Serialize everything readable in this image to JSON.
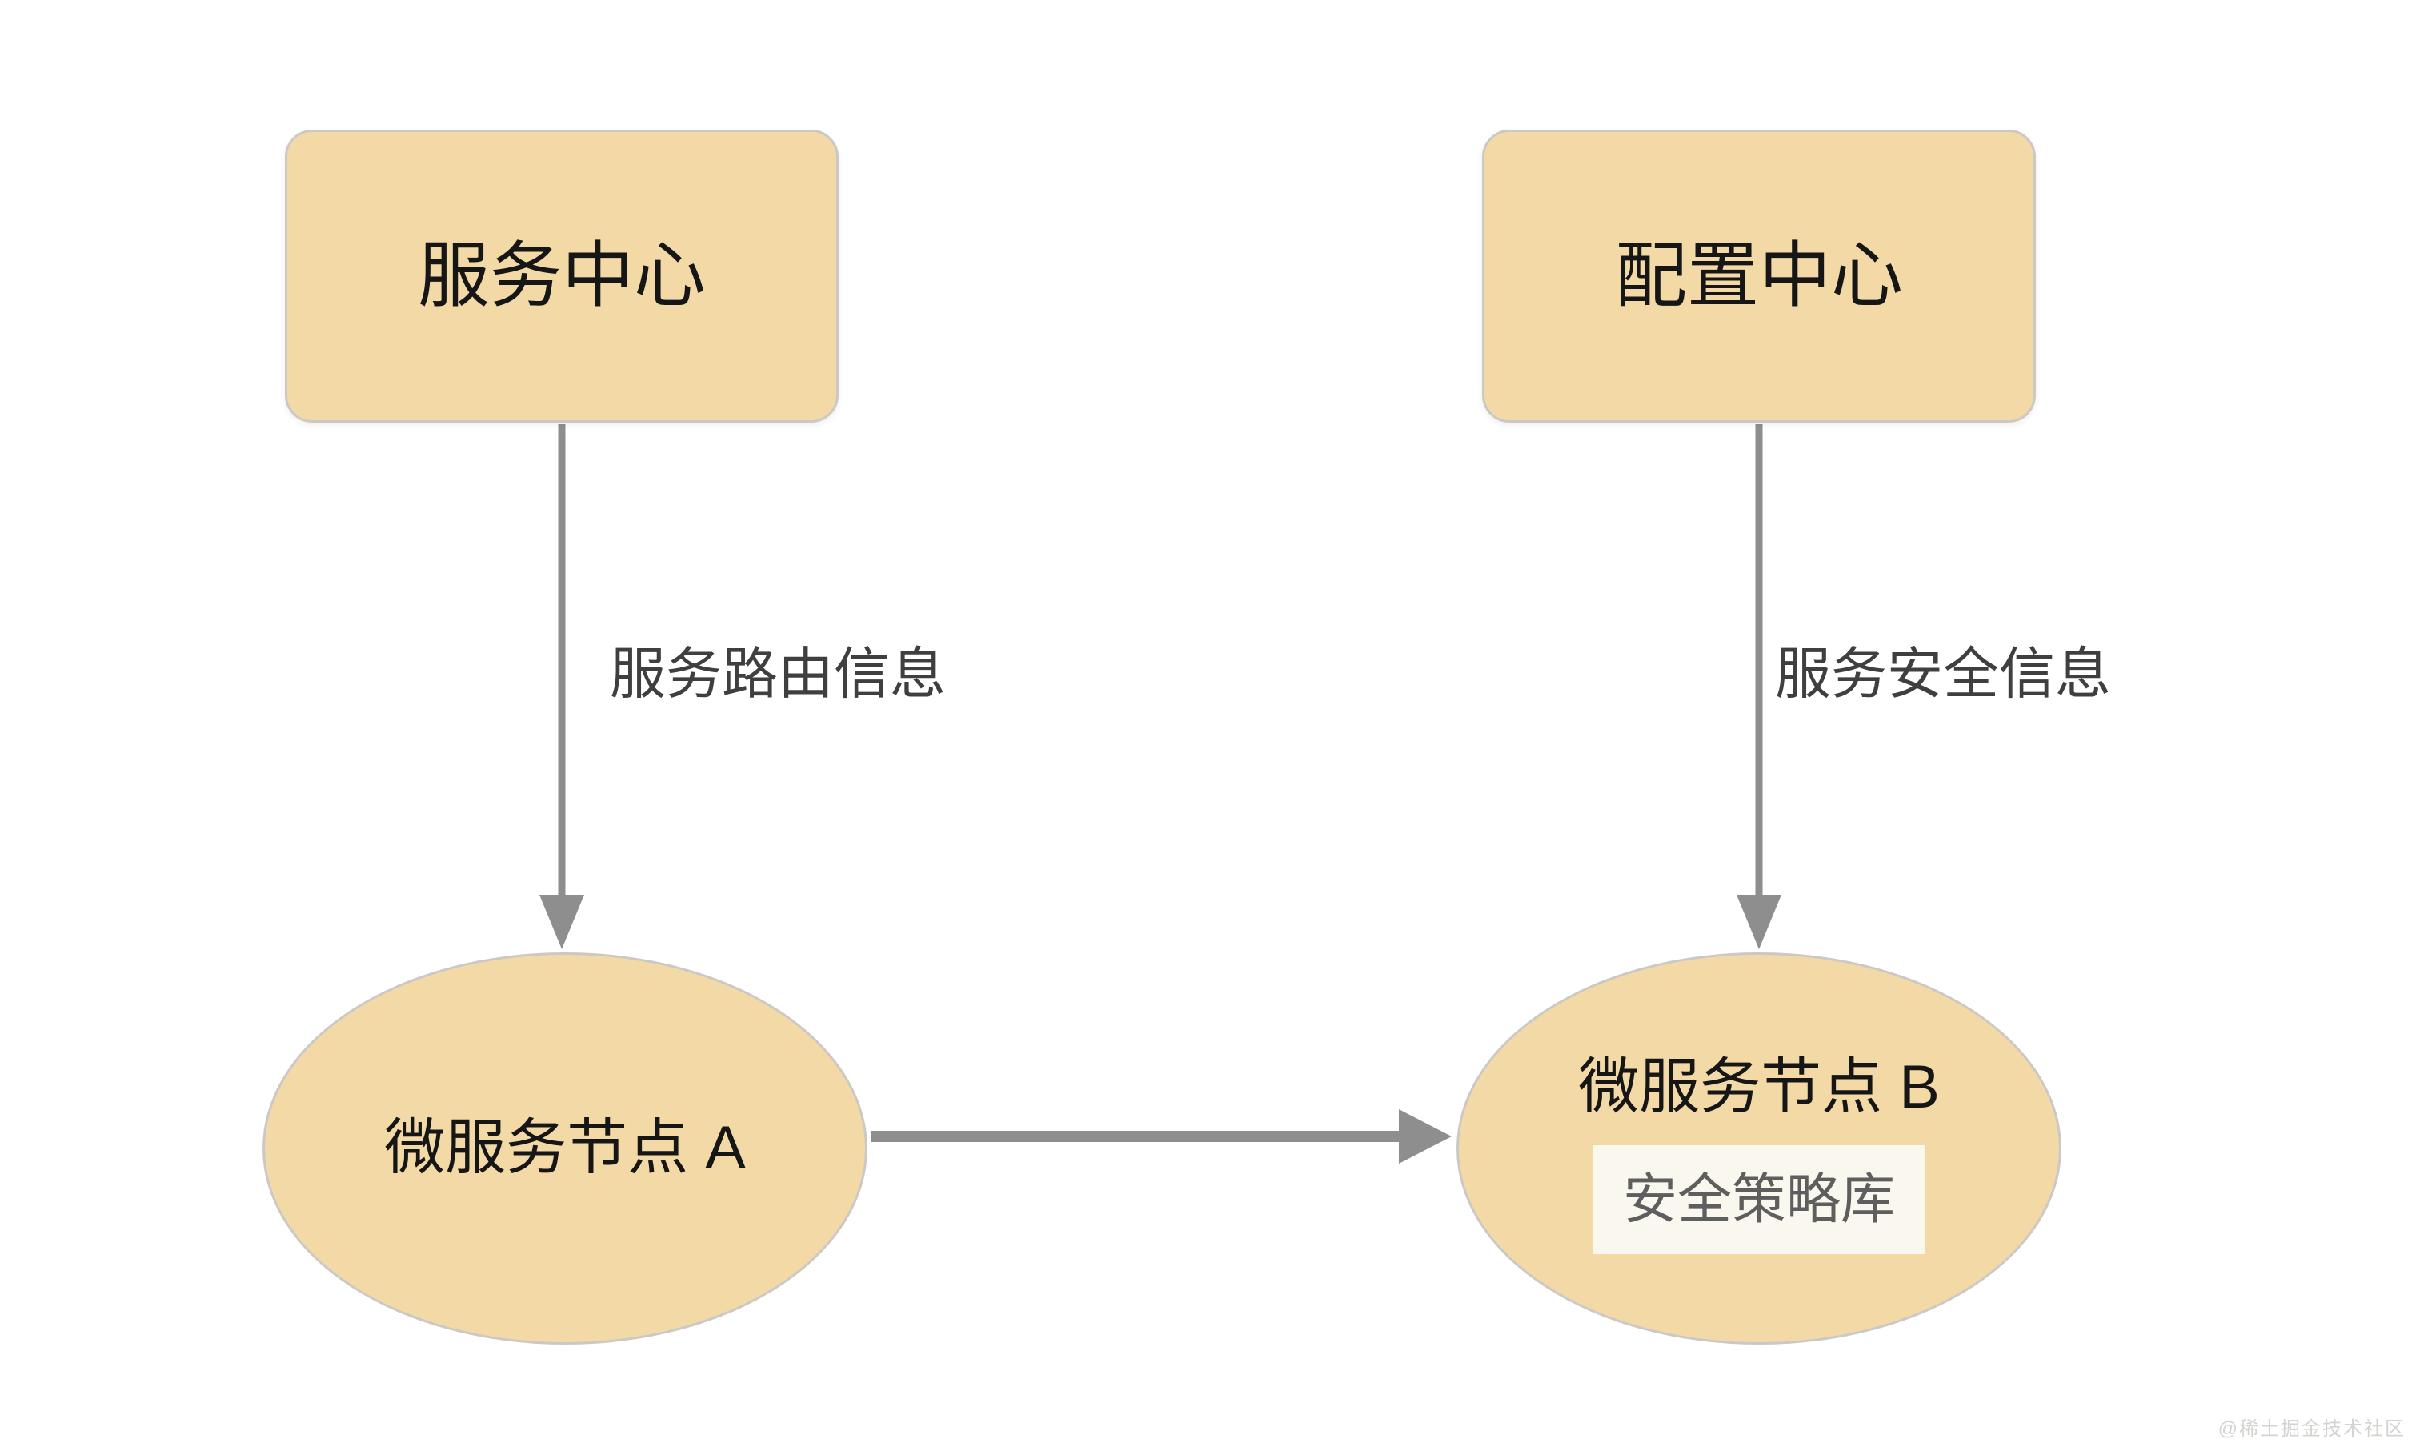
{
  "diagram": {
    "nodes": {
      "service_center": {
        "label": "服务中心"
      },
      "config_center": {
        "label": "配置中心"
      },
      "node_a": {
        "label": "微服务节点 A"
      },
      "node_b": {
        "label": "微服务节点 B",
        "inner": {
          "label": "安全策略库"
        }
      }
    },
    "edges": {
      "routing": {
        "label": "服务路由信息",
        "from": "服务中心",
        "to": "微服务节点 A"
      },
      "security": {
        "label": "服务安全信息",
        "from": "配置中心",
        "to": "微服务节点 B"
      },
      "a_to_b": {
        "label": "",
        "from": "微服务节点 A",
        "to": "微服务节点 B"
      }
    },
    "watermark": "@稀土掘金技术社区",
    "colors": {
      "background": "#FFFFFF",
      "node_fill": "#F2D9A6",
      "node_border": "#CBC8C5",
      "node_text": "#161616",
      "arrow": "#8E8E8E",
      "edge_text": "#3F3F3F",
      "inner_fill": "#FAF7EE",
      "inner_text": "#5E5E5E",
      "watermark": "#D5D3D0"
    }
  }
}
